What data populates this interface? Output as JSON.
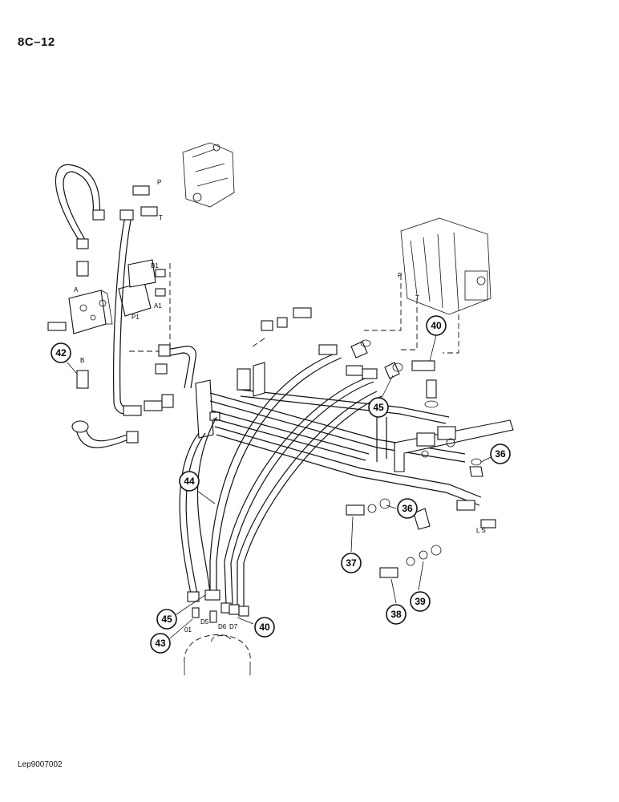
{
  "header": {
    "page_ref": "8C–12"
  },
  "footer": {
    "drawing_code": "Lep9007002"
  },
  "port_labels": {
    "p_top": "P",
    "t_top": "T",
    "b1": "B1",
    "a1": "A1",
    "p1": "P1",
    "a": "A",
    "b": "B",
    "p_right": "P",
    "t_right": "T",
    "ls": "L S",
    "d1": "01",
    "d5": "D5",
    "d6": "D6",
    "d7": "D7"
  },
  "callouts": {
    "c36a": "36",
    "c36b": "36",
    "c37": "37",
    "c38": "38",
    "c39": "39",
    "c40a": "40",
    "c40b": "40",
    "c42": "42",
    "c43": "43",
    "c44": "44",
    "c45a": "45",
    "c45b": "45"
  }
}
